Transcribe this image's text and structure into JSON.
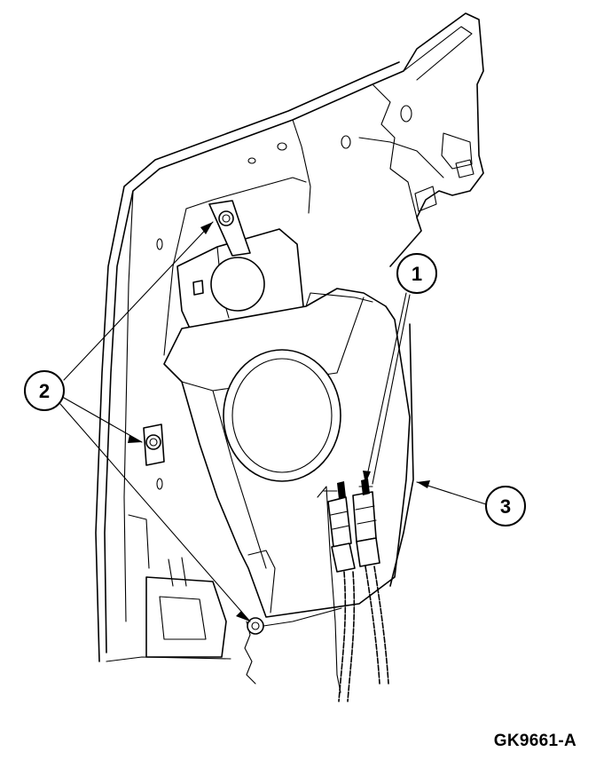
{
  "figure_code": "GK9661-A",
  "callouts": [
    {
      "id": "1",
      "label": "1"
    },
    {
      "id": "2",
      "label": "2"
    },
    {
      "id": "3",
      "label": "3"
    }
  ],
  "colors": {
    "line": "#000000",
    "background": "#ffffff"
  }
}
